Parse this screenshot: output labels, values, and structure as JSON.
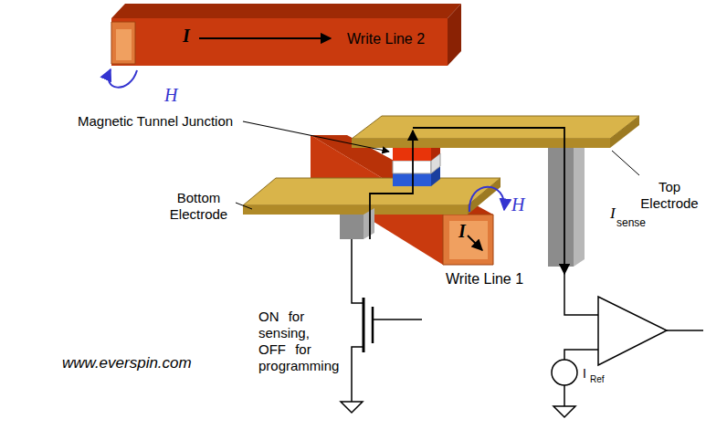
{
  "diagram": {
    "nodes": [
      {
        "text": [
          "I",
          "Write Line 2"
        ]
      },
      {
        "text": [
          "I",
          "Write Line 1"
        ]
      }
    ],
    "labels": [
      "H",
      "Magnetic Tunnel Junction",
      "Top Electrode",
      "Bottom Electrode",
      "I",
      "sense",
      "H",
      "ON for sensing, OFF for programming",
      "www.everspin.com",
      "I",
      "Ref"
    ]
  }
}
